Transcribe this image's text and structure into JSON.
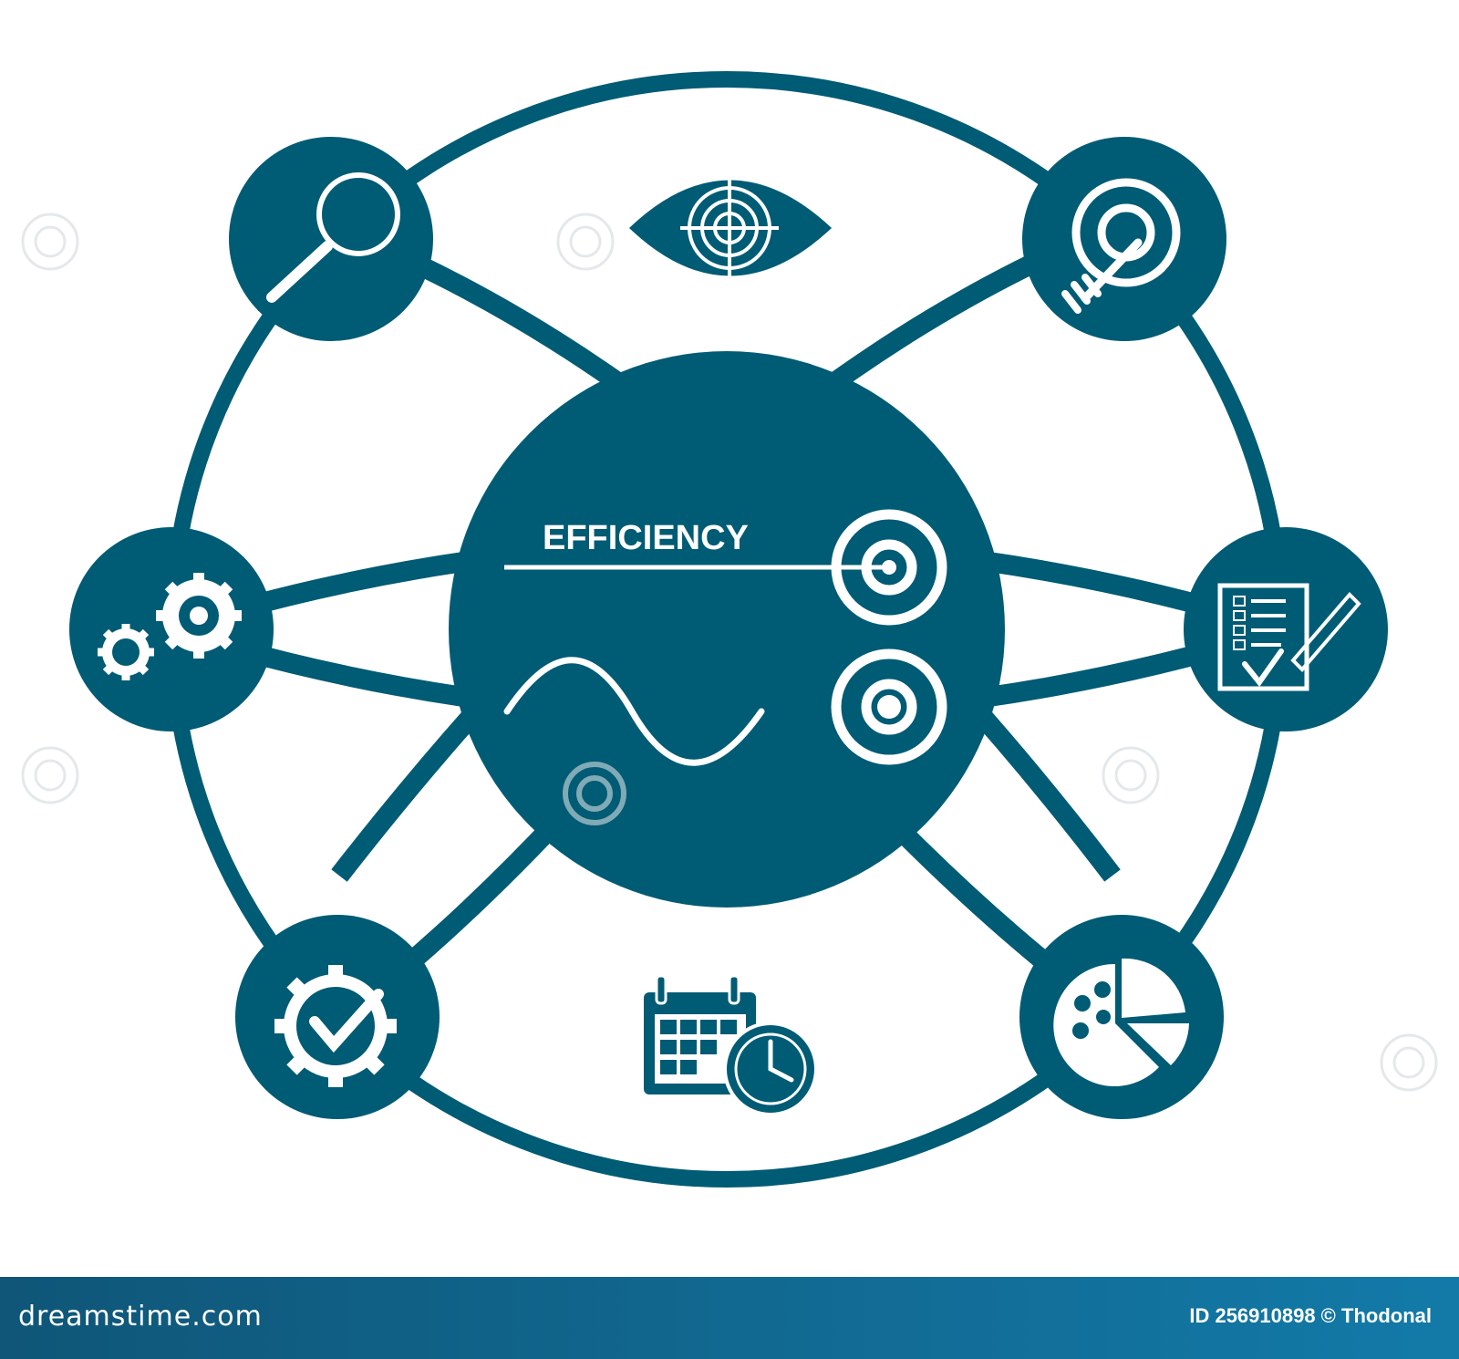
{
  "diagram": {
    "center_label": "EFFICIENCY",
    "colors": {
      "primary": "#005b74",
      "background": "#ffffff",
      "icon": "#ffffff"
    },
    "nodes": [
      {
        "icon": "magnifier-icon"
      },
      {
        "icon": "eye-target-icon"
      },
      {
        "icon": "target-arrow-icon"
      },
      {
        "icon": "gears-icon"
      },
      {
        "icon": "checklist-icon"
      },
      {
        "icon": "gear-check-icon"
      },
      {
        "icon": "calendar-clock-icon"
      },
      {
        "icon": "pie-chart-icon"
      }
    ]
  },
  "footer": {
    "brand": "dreamstime.com",
    "credit": "ID 256910898 © Thodonal"
  }
}
